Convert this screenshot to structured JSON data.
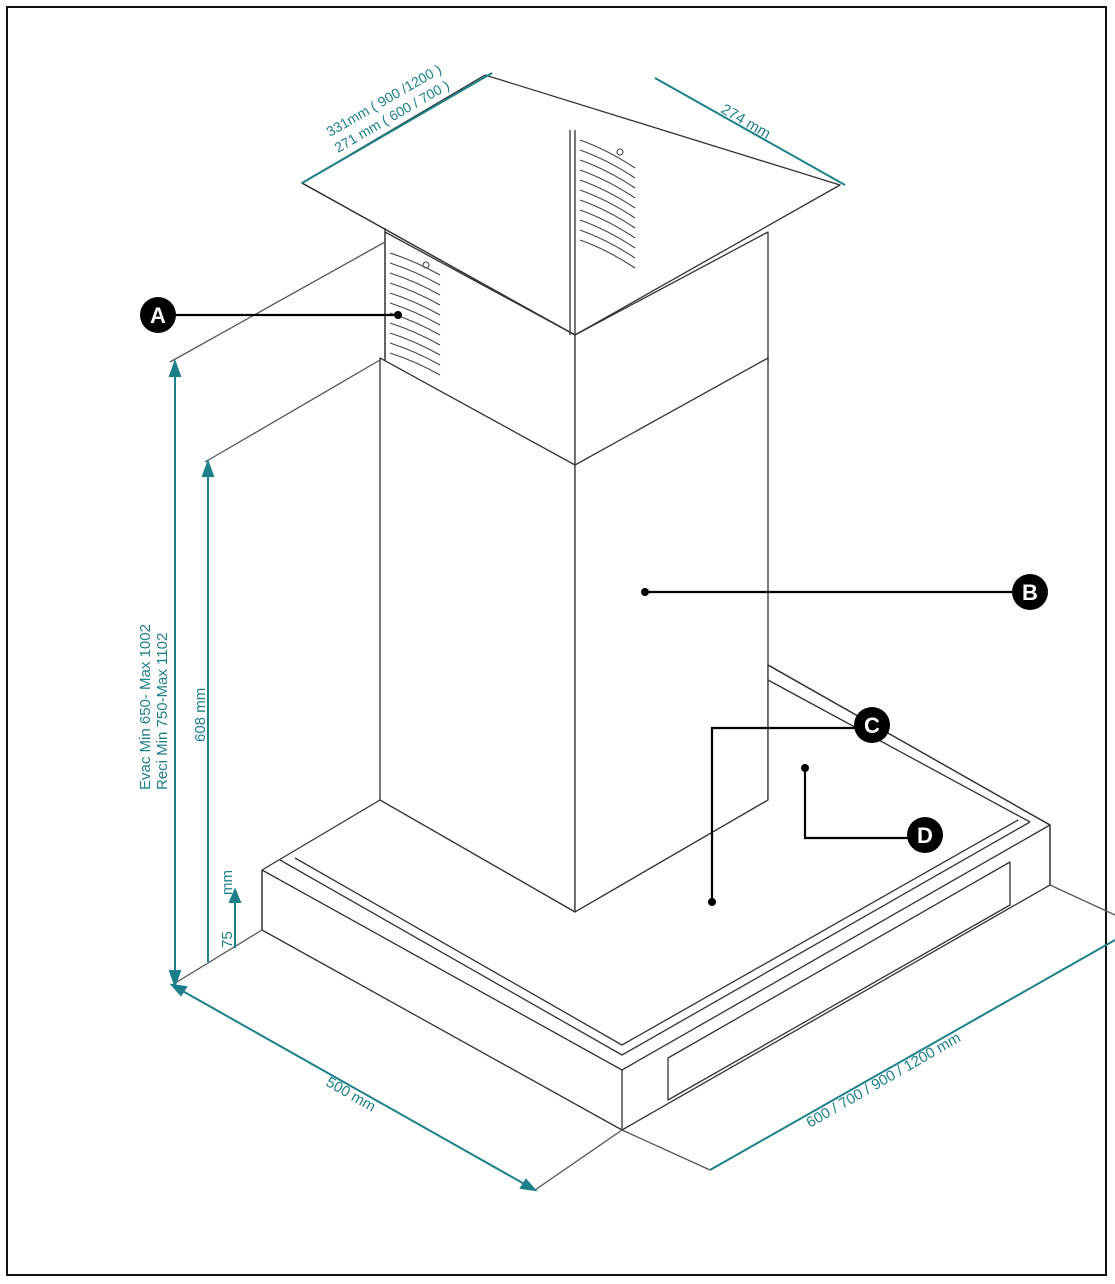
{
  "dimensions": {
    "depth_top_line1": "331mm ( 900 /1200 )",
    "depth_top_line2": "271 mm ( 600 / 700 )",
    "width_top": "274 mm",
    "height_line1": "Evac Min 650- Max 1002",
    "height_line2": "Reci Min 750-Max 1102",
    "chimney_height": "608 mm",
    "base_height_value": "75",
    "base_height_unit": "mm",
    "base_depth": "500 mm",
    "base_width": "600 / 700 / 900 /  1200 mm"
  },
  "callouts": {
    "a": "A",
    "b": "B",
    "c": "C",
    "d": "D"
  },
  "colors": {
    "dimension": "#1d7f8a",
    "outline": "#333333",
    "callout": "#000000"
  }
}
